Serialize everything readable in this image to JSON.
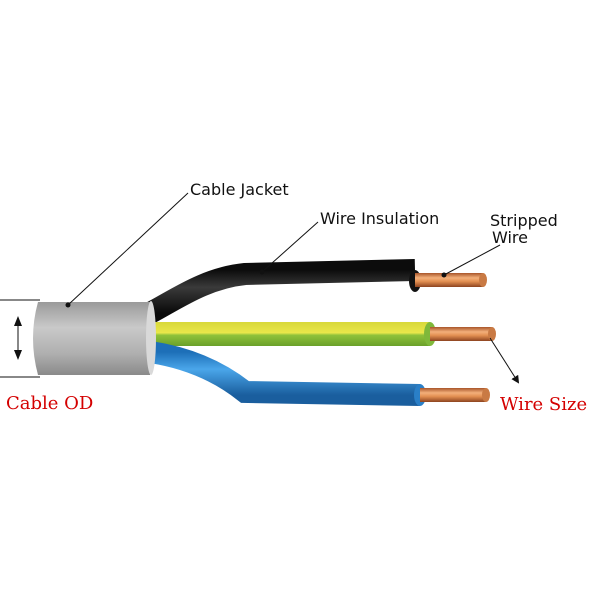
{
  "labels": {
    "cable_jacket": "Cable Jacket",
    "wire_insulation": "Wire Insulation",
    "stripped_wire_line1": "Stripped",
    "stripped_wire_line2": "Wire",
    "cable_od": "Cable OD",
    "wire_size": "Wire Size"
  },
  "colors": {
    "jacket": "#b3b3b3",
    "black_wire": "#1e1e1e",
    "green_yellow_wire": "#b8c52a",
    "blue_wire": "#2f8fd6",
    "copper": "#d98a4e",
    "red_label": "#d40000"
  }
}
